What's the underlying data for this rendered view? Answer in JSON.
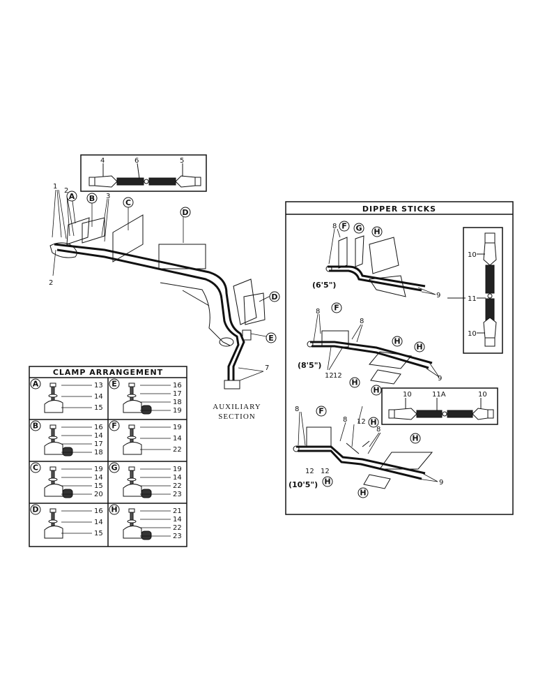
{
  "main_assembly": {
    "part_numbers": [
      "1",
      "2",
      "2",
      "3",
      "4",
      "6",
      "5",
      "7"
    ],
    "callouts": [
      "A",
      "B",
      "C",
      "D",
      "D",
      "E"
    ],
    "caption_line1": "AUXILIARY",
    "caption_line2": "SECTION"
  },
  "clamp_arrangement": {
    "title": "CLAMP ARRANGEMENT",
    "cells": [
      {
        "letter": "A",
        "parts": [
          "13",
          "14",
          "15"
        ]
      },
      {
        "letter": "E",
        "parts": [
          "16",
          "17",
          "18",
          "19"
        ]
      },
      {
        "letter": "B",
        "parts": [
          "16",
          "14",
          "17",
          "18"
        ]
      },
      {
        "letter": "F",
        "parts": [
          "19",
          "14",
          "22"
        ]
      },
      {
        "letter": "C",
        "parts": [
          "19",
          "14",
          "15",
          "20"
        ]
      },
      {
        "letter": "G",
        "parts": [
          "19",
          "14",
          "22",
          "23"
        ]
      },
      {
        "letter": "D",
        "parts": [
          "16",
          "14",
          "15"
        ]
      },
      {
        "letter": "H",
        "parts": [
          "21",
          "14",
          "22",
          "23"
        ]
      }
    ]
  },
  "dipper_sticks": {
    "title": "DIPPER STICKS",
    "sizes": [
      "(6'5\")",
      "(8'5\")",
      "(10'5\")"
    ],
    "part_numbers": [
      "8",
      "9",
      "10",
      "11",
      "10",
      "8",
      "8",
      "12",
      "12",
      "9",
      "8",
      "8",
      "8",
      "12",
      "12",
      "9",
      "12",
      "10",
      "11A",
      "10"
    ],
    "callouts": [
      "F",
      "G",
      "H",
      "F",
      "H",
      "H",
      "H",
      "H",
      "F",
      "H",
      "H",
      "H",
      "H"
    ]
  }
}
